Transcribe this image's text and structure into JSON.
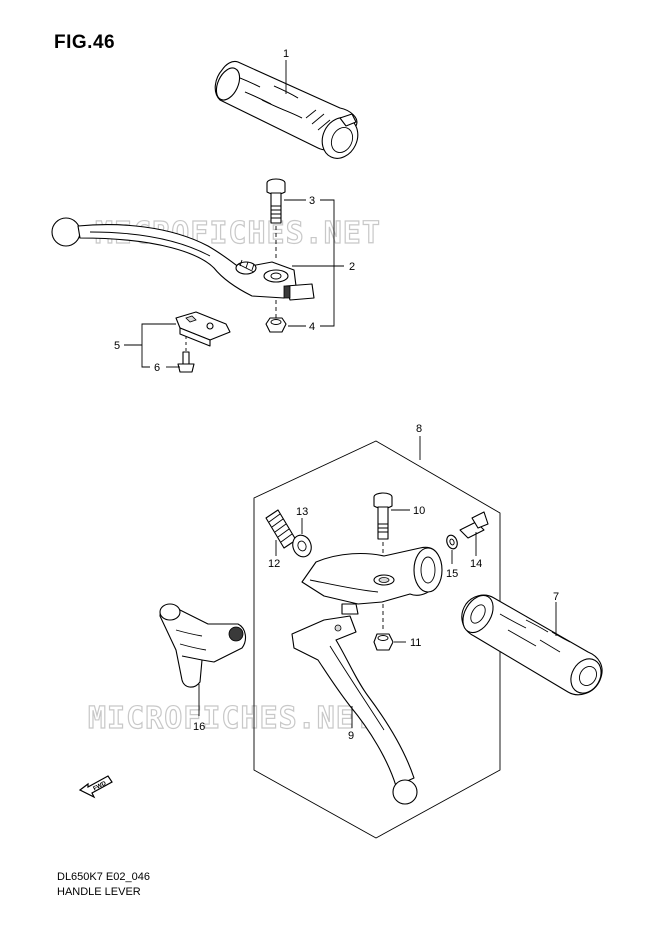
{
  "figure": {
    "title": "FIG.46",
    "model_code": "DL650K7 E02_046",
    "caption": "HANDLE LEVER"
  },
  "watermark": "MICROFICHES.NET",
  "callouts": {
    "p1": "1",
    "p2": "2",
    "p3": "3",
    "p4": "4",
    "p5": "5",
    "p6": "6",
    "p7": "7",
    "p8": "8",
    "p9": "9",
    "p10": "10",
    "p11": "11",
    "p12": "12",
    "p13": "13",
    "p14": "14",
    "p15": "15",
    "p16": "16"
  },
  "fwd_label": "FWD"
}
